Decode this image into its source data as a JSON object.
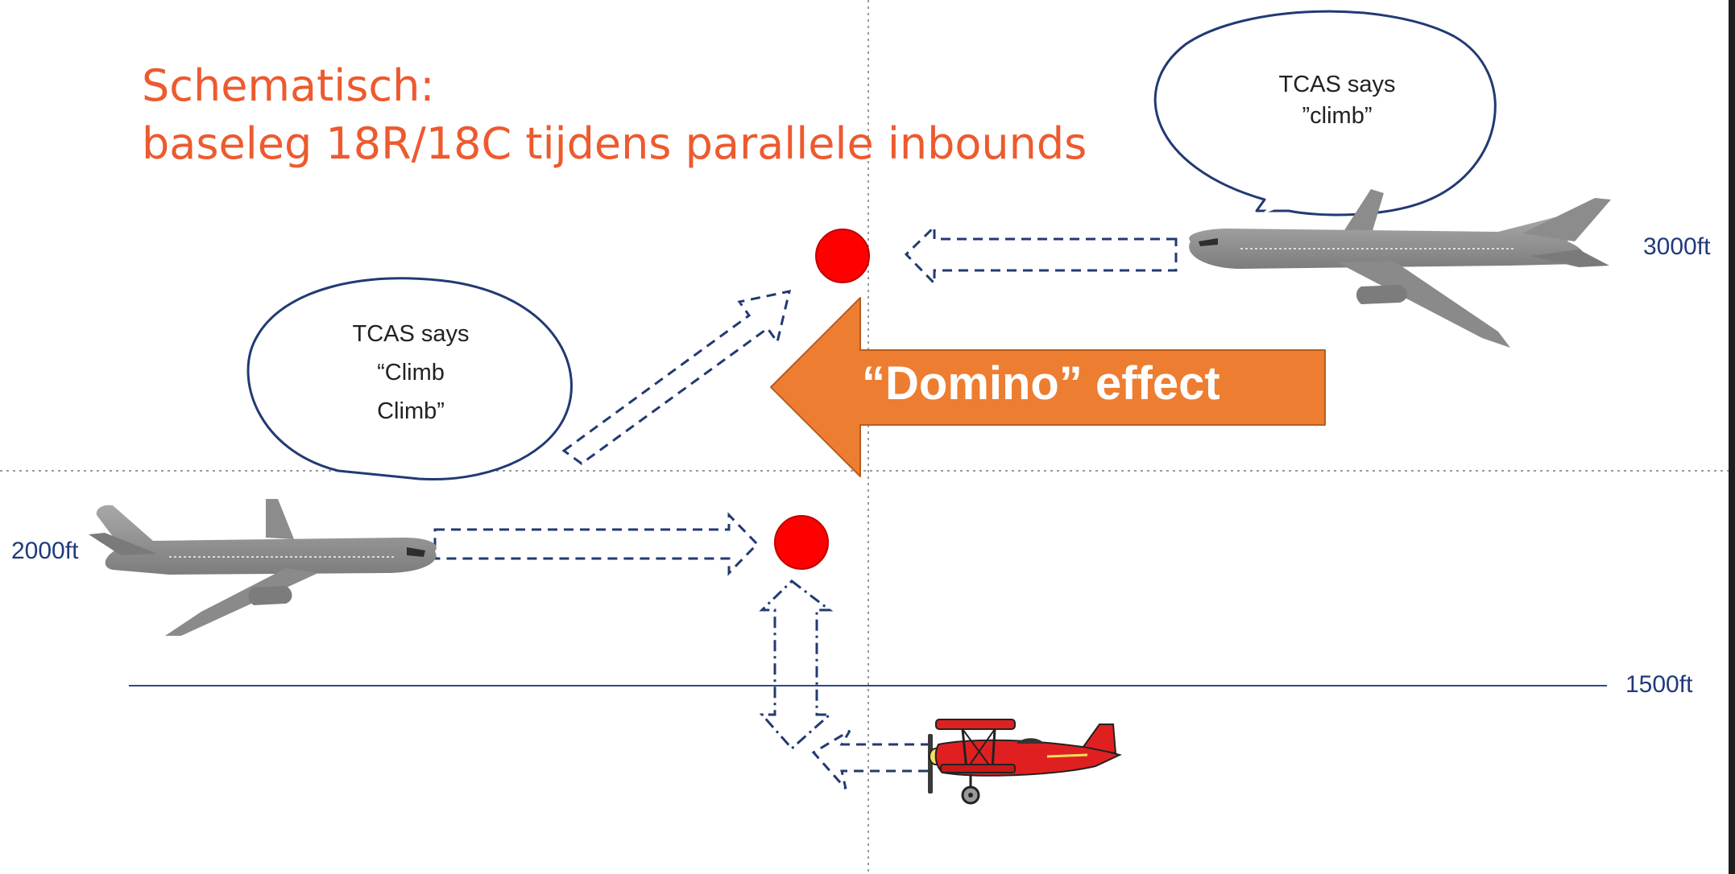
{
  "title": {
    "line1": "Schematisch:",
    "line2": "baseleg 18R/18C tijdens parallele inbounds"
  },
  "altitudes": {
    "top": "3000ft",
    "middle": "2000ft",
    "bottom": "1500ft"
  },
  "bubbles": {
    "right": {
      "line1": "TCAS says",
      "line2": "”climb”"
    },
    "left": {
      "line1": "TCAS says",
      "line2": "“Climb",
      "line3": "Climb”"
    }
  },
  "effect_label": "“Domino” effect",
  "colors": {
    "title": "#ed5a2e",
    "effect_arrow": "#ed7d31",
    "conflict_point": "#ff0000",
    "altitude_label": "#1f3a7d",
    "jet": "#8c8c8c",
    "biplane": "#e02020"
  },
  "icons": {
    "jet_right": "airliner-icon",
    "jet_left": "airliner-icon",
    "light_aircraft": "biplane-icon"
  }
}
